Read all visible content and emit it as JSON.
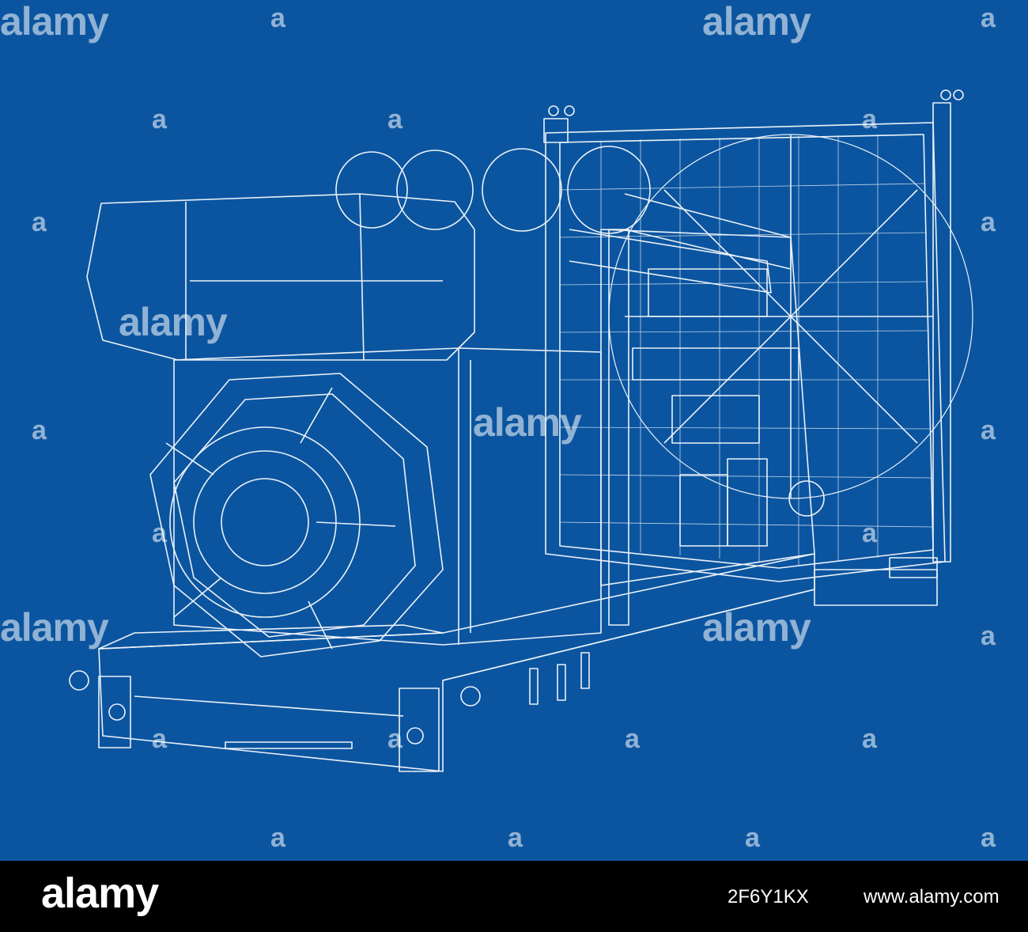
{
  "colors": {
    "background": "#0b55a0",
    "line": "#ffffff",
    "footer": "#000000"
  },
  "watermark": {
    "brand": "alamy",
    "glyph": "a"
  },
  "footer": {
    "logo": "alamy",
    "image_id": "2F6Y1KX",
    "url": "www.alamy.com"
  }
}
